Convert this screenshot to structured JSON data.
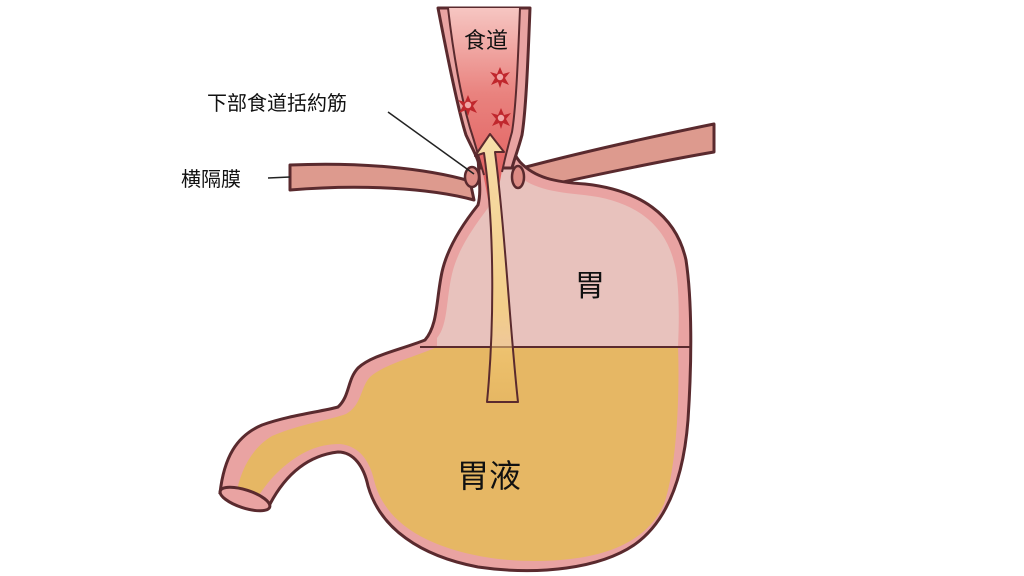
{
  "labels": {
    "esophagus": "食道",
    "les": "下部食道括約筋",
    "diaphragm": "横隔膜",
    "stomach": "胃",
    "gastric_juice": "胃液"
  },
  "colors": {
    "outline": "#5a2a2e",
    "stomach_wall": "#e9a3a2",
    "stomach_upper": "#e8c2bd",
    "gastric_juice": "#e6b764",
    "esophagus_fill": "#e05a5a",
    "diaphragm": "#dd9a8e",
    "reflux_arrow": "#f6d79a",
    "irritation_spot": "#c0272d"
  }
}
